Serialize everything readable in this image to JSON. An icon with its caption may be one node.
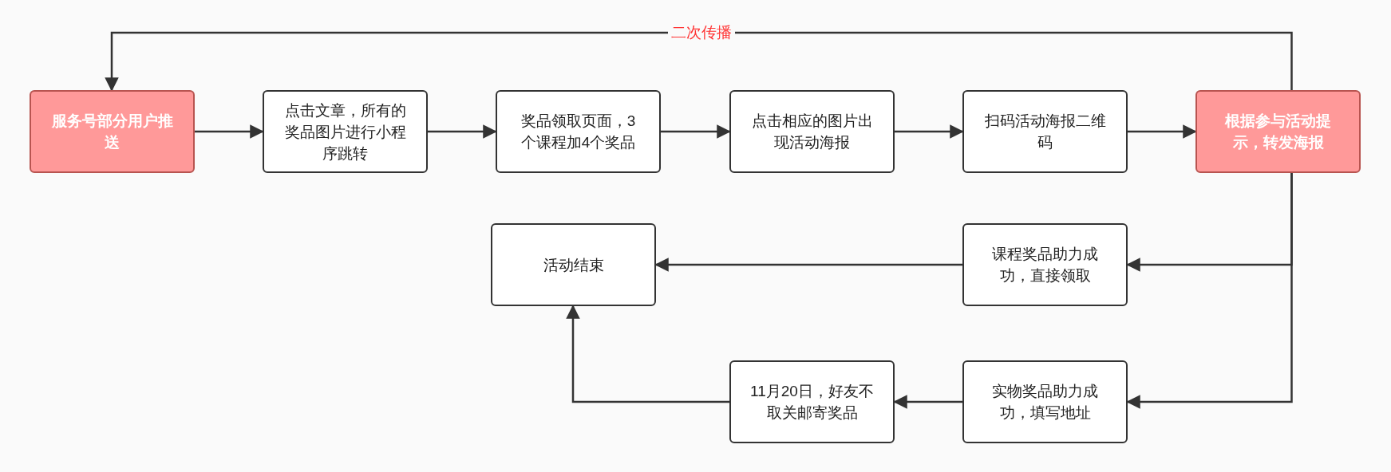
{
  "diagram": {
    "nodes": [
      {
        "text": [
          "服务号部分用户推送"
        ]
      },
      {
        "text": [
          "点击文章，所有的奖品图片进行小程序跳转"
        ]
      },
      {
        "text": [
          "奖品领取页面，3个课程加4个奖品"
        ]
      },
      {
        "text": [
          "点击相应的图片出现活动海报"
        ]
      },
      {
        "text": [
          "扫码活动海报二维码"
        ]
      },
      {
        "text": [
          "根据参与活动提示，转发海报"
        ]
      },
      {
        "text": [
          "活动结束"
        ]
      },
      {
        "text": [
          "课程奖品助力成功，直接领取"
        ]
      },
      {
        "text": [
          "11月20日，好友不取关邮寄奖品"
        ]
      },
      {
        "text": [
          "实物奖品助力成功，填写地址"
        ]
      }
    ],
    "edges": [
      {
        "from": 0,
        "to": 1,
        "arrow": "to"
      },
      {
        "from": 1,
        "to": 2,
        "arrow": "to"
      },
      {
        "from": 2,
        "to": 3,
        "arrow": "to"
      },
      {
        "from": 3,
        "to": 4,
        "arrow": "to"
      },
      {
        "from": 4,
        "to": 5,
        "arrow": "to"
      },
      {
        "from": 5,
        "to": 0,
        "arrow": "to",
        "label": "二次传播"
      },
      {
        "from": 5,
        "to": 7,
        "arrow": "to"
      },
      {
        "from": 5,
        "to": 9,
        "arrow": "to"
      },
      {
        "from": 7,
        "to": 6,
        "arrow": "to"
      },
      {
        "from": 9,
        "to": 8,
        "arrow": "to"
      },
      {
        "from": 8,
        "to": 6,
        "arrow": "to"
      }
    ]
  }
}
